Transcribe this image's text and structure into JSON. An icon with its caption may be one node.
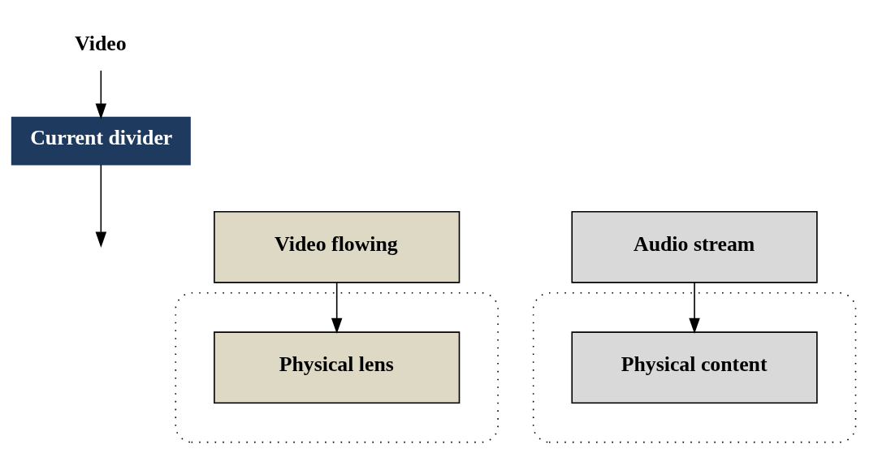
{
  "diagram": {
    "nodes": [
      {
        "text": [
          "Video"
        ]
      },
      {
        "text": [
          "Current divider"
        ]
      },
      {
        "text": [
          "Video flowing"
        ]
      },
      {
        "text": [],
        "shape": "box"
      },
      {
        "text": [
          "Physical lens"
        ],
        "in": 3
      },
      {
        "text": [
          "Audio stream"
        ]
      },
      {
        "text": [],
        "shape": "box"
      },
      {
        "text": [
          "Physical content"
        ],
        "in": 6
      }
    ],
    "edges": [
      {
        "from": 0,
        "to": 1,
        "arrow": "to"
      },
      {
        "from": 1,
        "to": null,
        "arrow": "to"
      },
      {
        "from": 2,
        "to": 4,
        "arrow": "to"
      },
      {
        "from": 5,
        "to": 7,
        "arrow": "to"
      }
    ]
  }
}
